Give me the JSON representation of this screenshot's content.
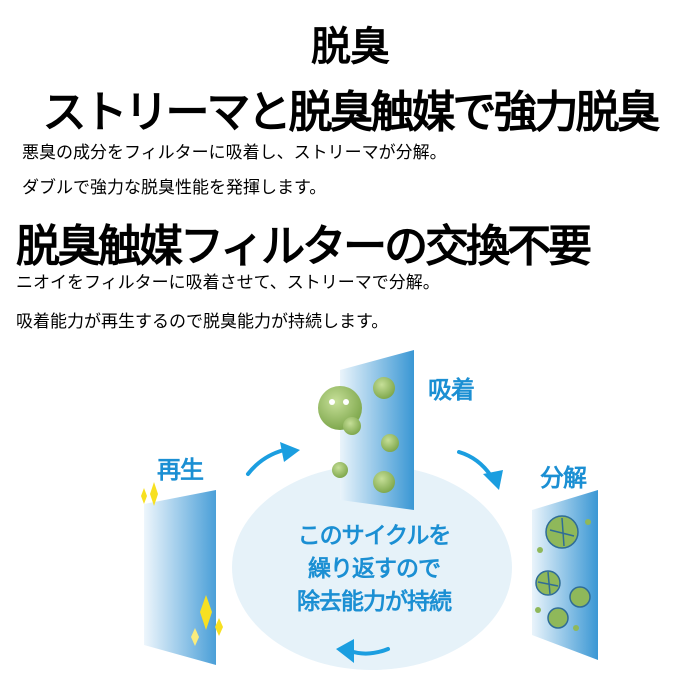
{
  "header": {
    "title": "脱臭",
    "subtitle": "ストリーマと脱臭触媒で強力脱臭"
  },
  "section1": {
    "lines": [
      "悪臭の成分をフィルターに吸着し、ストリーマが分解。",
      "ダブルで強力な脱臭性能を発揮します。"
    ]
  },
  "section2": {
    "heading": "脱臭触媒フィルターの交換不要",
    "lines": [
      "ニオイをフィルターに吸着させて、ストリーマで分解。",
      "吸着能力が再生するので脱臭能力が持続します。"
    ]
  },
  "diagram": {
    "stages": [
      {
        "label": "吸着",
        "icon": "filter-with-odor-molecules"
      },
      {
        "label": "分解",
        "icon": "filter-with-broken-molecules"
      },
      {
        "label": "再生",
        "icon": "clean-filter-with-sparkles"
      }
    ],
    "center_lines": [
      "このサイクルを",
      "繰り返すので",
      "除去能力が持続"
    ],
    "colors": {
      "accent": "#1b8fd3",
      "ellipse": "#e6f2f9",
      "filter_dark": "#3a97d4",
      "filter_light": "#eaf4fb",
      "molecule": "#8fb85a",
      "sparkle": "#f7e021"
    }
  }
}
